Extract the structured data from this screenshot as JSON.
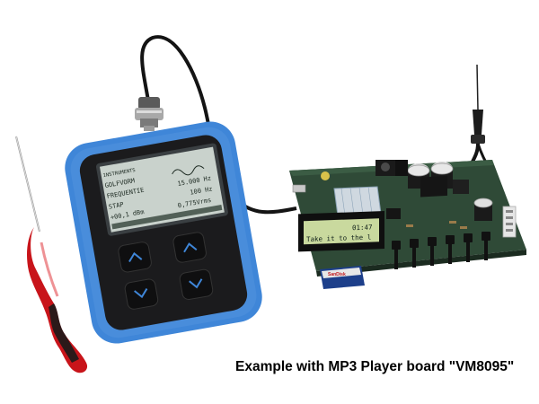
{
  "photo": {
    "caption": "Example with MP3 Player board \"VM8095\"",
    "generator": {
      "brand": "INSTRUMENTS",
      "screen": {
        "row1_label": "GOLFVORM",
        "row1_value": "15.000 Hz",
        "row2_label": "FREQUENTIE",
        "row2_value": "100 Hz",
        "row3_label": "STAP",
        "row3_value": "0,775Vrms",
        "row4_label": "+00,1 dBm"
      }
    },
    "board": {
      "display_line1": "01:47",
      "display_line2": "Take it to the l",
      "sd_card_label": "SanDisk"
    },
    "colors": {
      "generator_bumper": "#3f86d8",
      "generator_body": "#1b1b1d",
      "lcd_background": "#c9d2cc",
      "pcb": "#2f4a37",
      "char_display": "#c9d99e",
      "screwdriver_handle": "#c8141a"
    },
    "icons": [
      "screwdriver",
      "bnc-connector",
      "probe-cable",
      "sd-card"
    ]
  }
}
